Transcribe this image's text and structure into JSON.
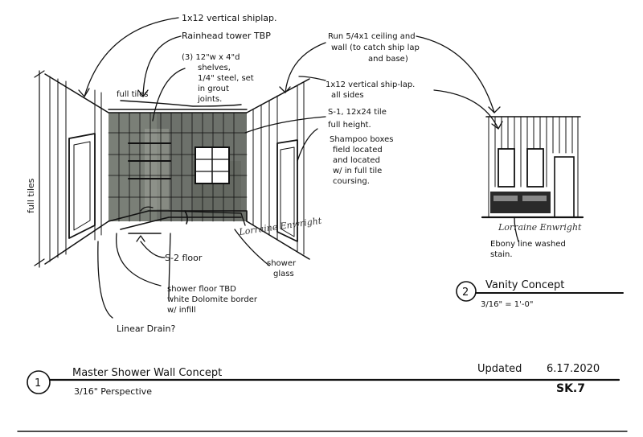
{
  "notes": {
    "n_shiplap_top": "1x12 vertical shiplap.",
    "n_rainhead": "Rainhead tower TBP",
    "n_shelves_1": "(3) 12\"w x 4\"d",
    "n_shelves_2": "shelves,",
    "n_shelves_3": "1/4\" steel, set",
    "n_shelves_4": "in grout",
    "n_shelves_5": "joints.",
    "n_run_1": "Run 5/4x1 ceiling and",
    "n_run_2": "wall (to catch ship lap",
    "n_run_3": "and base)",
    "n_fulltiles_top": "full tiles",
    "n_fulltiles_side": "full tiles",
    "n_shiplap_side_1": "1x12 vertical ship-lap.",
    "n_shiplap_side_2": "all sides",
    "n_s1_1": "S-1, 12x24 tile",
    "n_s1_2": "full height.",
    "n_s1_3": "Shampoo boxes",
    "n_s1_4": "field located",
    "n_s1_5": "and located",
    "n_s1_6": "w/ in full tile",
    "n_s1_7": "coursing.",
    "n_s2": "S-2 floor",
    "n_glass_1": "shower",
    "n_glass_2": "glass",
    "n_floor_1": "shower floor TBD",
    "n_floor_2": "white Dolomite border",
    "n_floor_3": "w/ infill",
    "n_drain": "Linear Drain?",
    "n_ebony_1": "Ebony line washed",
    "n_ebony_2": "stain."
  },
  "signature": "Lorraine Enwright",
  "titles": {
    "num1": "1",
    "title1": "Master Shower Wall Concept",
    "scale1": "3/16\" Perspective",
    "num2": "2",
    "title2": "Vanity Concept",
    "scale2": "3/16\" = 1'-0\"",
    "updated_label": "Updated",
    "date": "6.17.2020",
    "sheet": "SK.7"
  }
}
